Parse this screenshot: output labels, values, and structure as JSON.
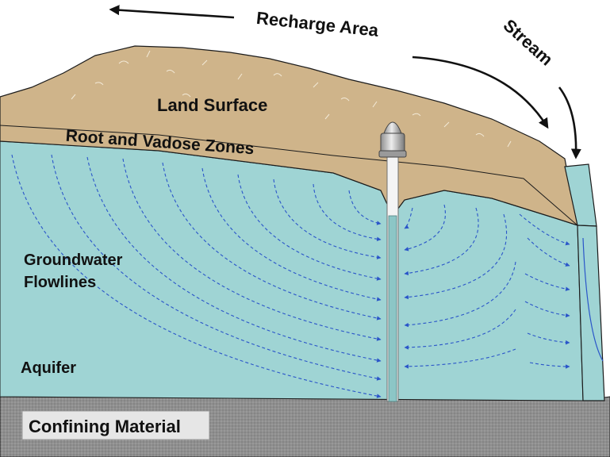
{
  "labels": {
    "recharge_area": "Recharge Area",
    "stream": "Stream",
    "land_surface": "Land Surface",
    "root_vadose": "Root and Vadose Zones",
    "groundwater_line1": "Groundwater",
    "groundwater_line2": "Flowlines",
    "aquifer": "Aquifer",
    "confining": "Confining Material"
  },
  "colors": {
    "soil": "#cfb48a",
    "water": "#9fd4d4",
    "flowlines": "#2a55c9",
    "confining": "#8c8c8c",
    "outline": "#1b1b1b"
  },
  "icons": {
    "well": "well-pump-icon",
    "flow_arrow": "flow-arrow-icon"
  }
}
